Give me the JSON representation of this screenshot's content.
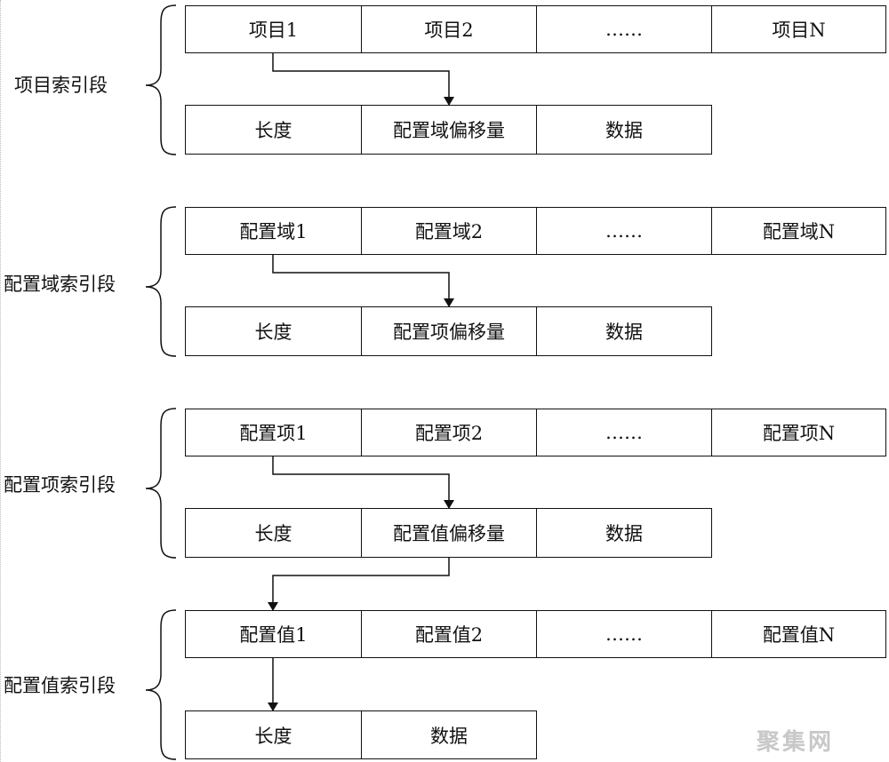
{
  "sections": [
    {
      "label": "项目索引段",
      "top_row": [
        "项目1",
        "项目2",
        "……",
        "项目N"
      ],
      "bottom_row": [
        "长度",
        "配置域偏移量",
        "数据"
      ]
    },
    {
      "label": "配置域索引段",
      "top_row": [
        "配置域1",
        "配置域2",
        "……",
        "配置域N"
      ],
      "bottom_row": [
        "长度",
        "配置项偏移量",
        "数据"
      ]
    },
    {
      "label": "配置项索引段",
      "top_row": [
        "配置项1",
        "配置项2",
        "……",
        "配置项N"
      ],
      "bottom_row": [
        "长度",
        "配置值偏移量",
        "数据"
      ]
    },
    {
      "label": "配置值索引段",
      "top_row": [
        "配置值1",
        "配置值2",
        "……",
        "配置值N"
      ],
      "bottom_row": [
        "长度",
        "数据"
      ]
    }
  ],
  "watermark": "聚集网",
  "colors": {
    "stroke": "#111111",
    "watermark": "#c8c8c8"
  }
}
